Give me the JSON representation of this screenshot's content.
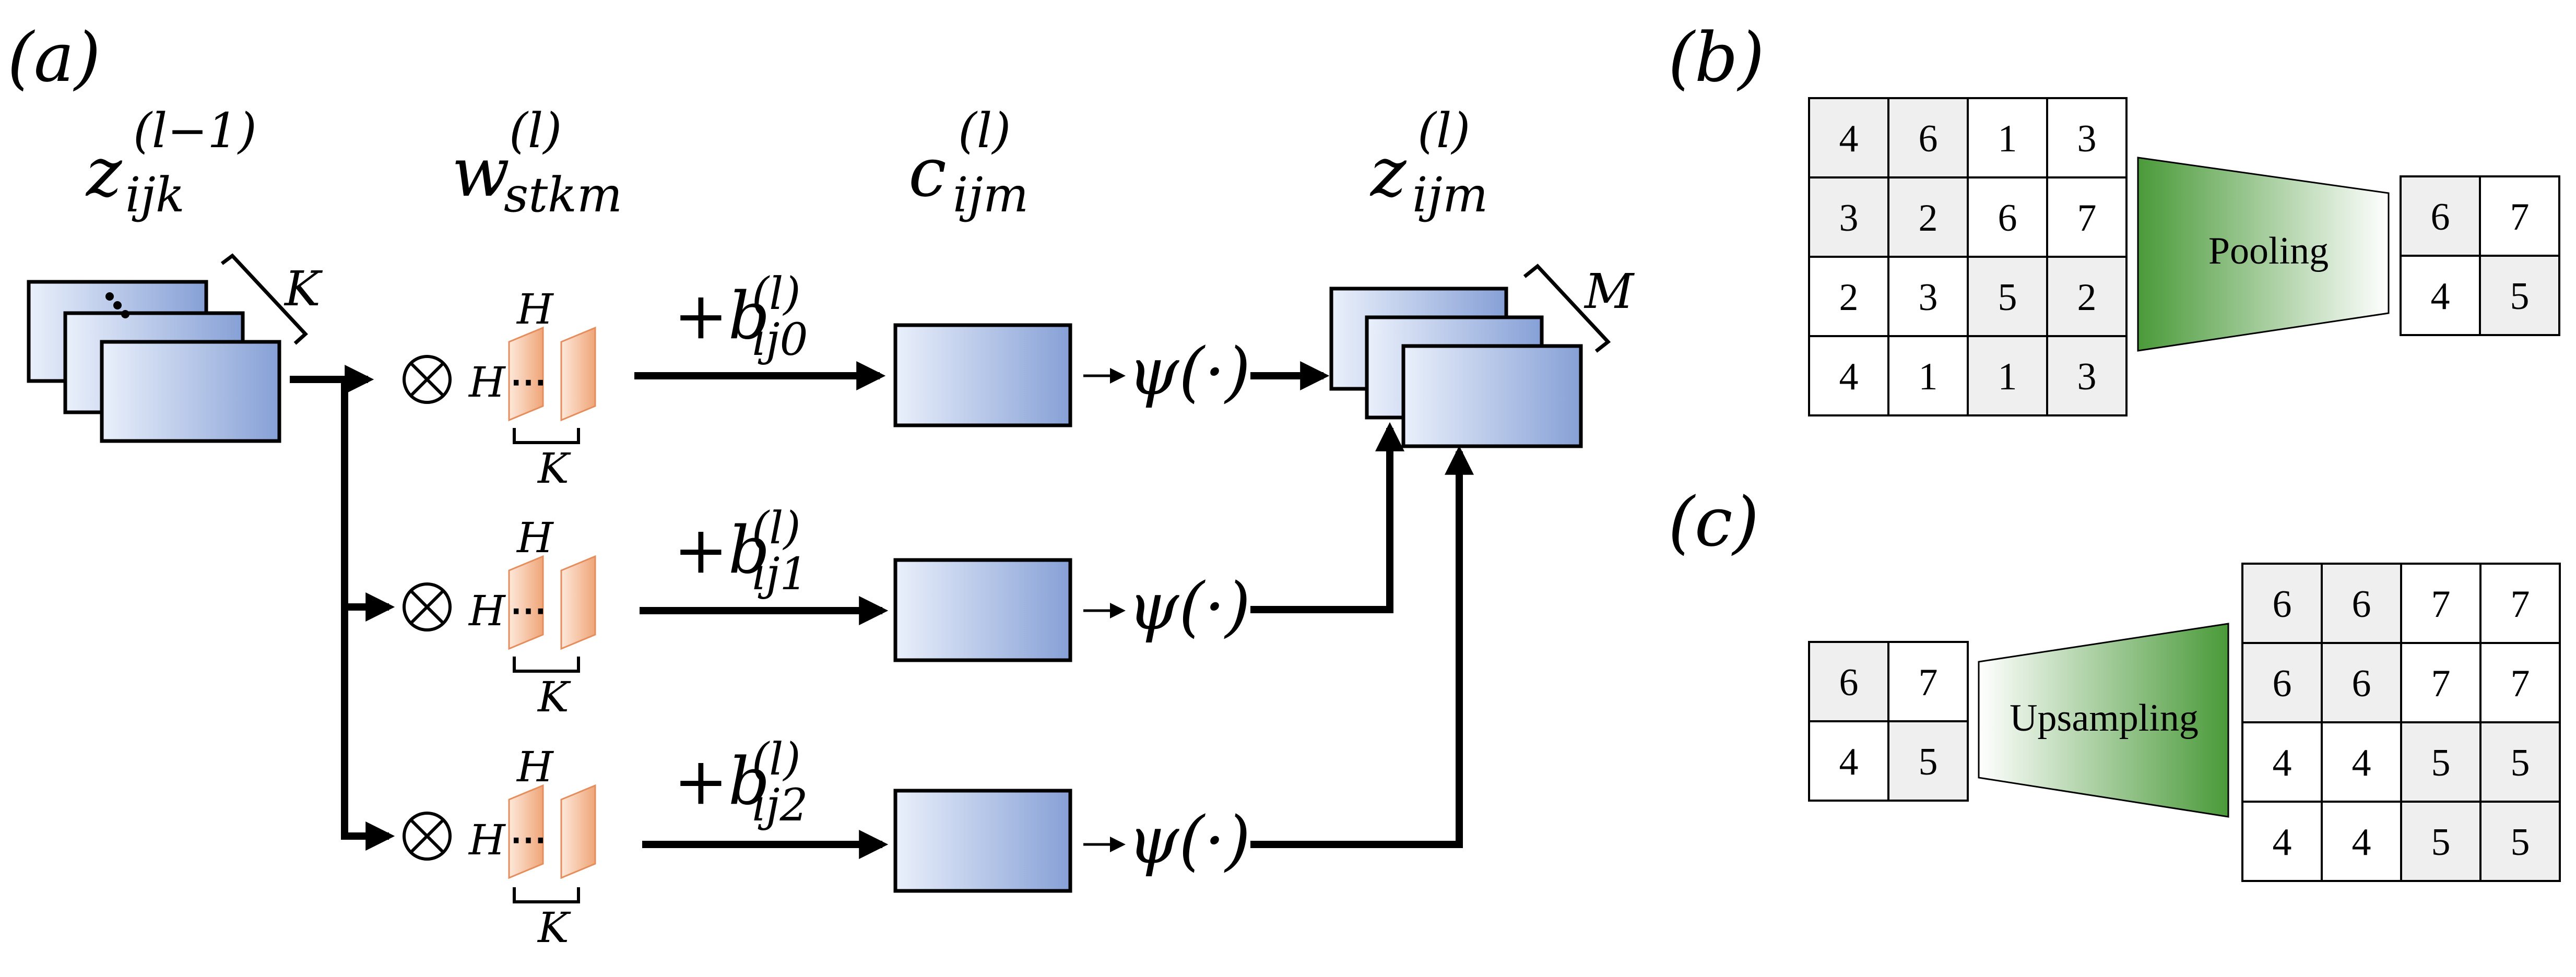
{
  "panels": {
    "a": "(a)",
    "b": "(b)",
    "c": "(c)"
  },
  "headings": {
    "z_prev": {
      "base": "z",
      "sup": "(l−1)",
      "sub": "ijk"
    },
    "w": {
      "base": "w",
      "sup": "(l)",
      "sub": "stkm"
    },
    "c": {
      "base": "c",
      "sup": "(l)",
      "sub": "ijm"
    },
    "z": {
      "base": "z",
      "sup": "(l)",
      "sub": "ijm"
    }
  },
  "dims": {
    "input_channels": "K",
    "output_channels": "M",
    "kernel_height": "H",
    "kernel_width": "H",
    "kernel_depth": "K"
  },
  "symbols": {
    "conv": "⊗",
    "activation": "ψ(·)",
    "dots": "⋯"
  },
  "branches": [
    {
      "bias": {
        "prefix": "+b",
        "sup": "(l)",
        "sub": "ij0"
      }
    },
    {
      "bias": {
        "prefix": "+b",
        "sup": "(l)",
        "sub": "ij1"
      }
    },
    {
      "bias": {
        "prefix": "+b",
        "sup": "(l)",
        "sub": "ij2"
      }
    }
  ],
  "pooling": {
    "label": "Pooling",
    "input": [
      [
        "4",
        "6",
        "1",
        "3"
      ],
      [
        "3",
        "2",
        "6",
        "7"
      ],
      [
        "2",
        "3",
        "5",
        "2"
      ],
      [
        "4",
        "1",
        "1",
        "3"
      ]
    ],
    "output": [
      [
        "6",
        "7"
      ],
      [
        "4",
        "5"
      ]
    ]
  },
  "upsampling": {
    "label": "Upsampling",
    "input": [
      [
        "6",
        "7"
      ],
      [
        "4",
        "5"
      ]
    ],
    "output": [
      [
        "6",
        "6",
        "7",
        "7"
      ],
      [
        "6",
        "6",
        "7",
        "7"
      ],
      [
        "4",
        "4",
        "5",
        "5"
      ],
      [
        "4",
        "4",
        "5",
        "5"
      ]
    ]
  },
  "colors": {
    "feature_light": "#e8eefa",
    "feature_dark": "#8aa3d8",
    "kernel_light": "#fbe3d3",
    "kernel_dark": "#f0a77c",
    "green_dark": "#4f9a3b",
    "cell_shade": "#efefef"
  }
}
